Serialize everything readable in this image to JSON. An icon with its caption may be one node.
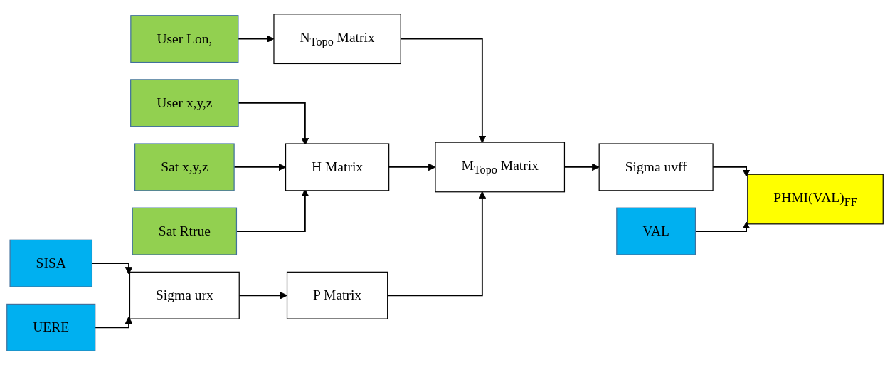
{
  "diagram": {
    "nodes": [
      {
        "text": [
          "User Lon,"
        ]
      },
      {
        "text": [
          "User x,y,z"
        ]
      },
      {
        "text": [
          "Sat x,y,z"
        ]
      },
      {
        "text": [
          "Sat Rtrue"
        ]
      },
      {
        "text": [
          "SISA"
        ]
      },
      {
        "text": [
          "UERE"
        ]
      },
      {
        "text": [
          "VAL"
        ]
      },
      {
        "text": [
          "N$_{Topo}$ Matrix"
        ]
      },
      {
        "text": [
          "H Matrix"
        ]
      },
      {
        "text": [
          "Sigma urx"
        ]
      },
      {
        "text": [
          "P Matrix"
        ]
      },
      {
        "text": [
          "M$_{Topo}$ Matrix"
        ]
      },
      {
        "text": [
          "Sigma uvff"
        ]
      },
      {
        "text": [
          "PHMI(VAL)$_{FF}$"
        ]
      }
    ],
    "edges": [
      {
        "from": 0,
        "to": 7,
        "arrow": "to"
      },
      {
        "from": 1,
        "to": 8,
        "arrow": "to"
      },
      {
        "from": 2,
        "to": 8,
        "arrow": "to"
      },
      {
        "from": 3,
        "to": 8,
        "arrow": "to"
      },
      {
        "from": 7,
        "to": 11,
        "arrow": "to"
      },
      {
        "from": 8,
        "to": 11,
        "arrow": "to"
      },
      {
        "from": 10,
        "to": 11,
        "arrow": "to"
      },
      {
        "from": 4,
        "to": 9,
        "arrow": "to"
      },
      {
        "from": 5,
        "to": 9,
        "arrow": "to"
      },
      {
        "from": 9,
        "to": 10,
        "arrow": "to"
      },
      {
        "from": 11,
        "to": 12,
        "arrow": "to"
      },
      {
        "from": 12,
        "to": 13,
        "arrow": "to"
      },
      {
        "from": 6,
        "to": 13,
        "arrow": "to"
      }
    ]
  }
}
